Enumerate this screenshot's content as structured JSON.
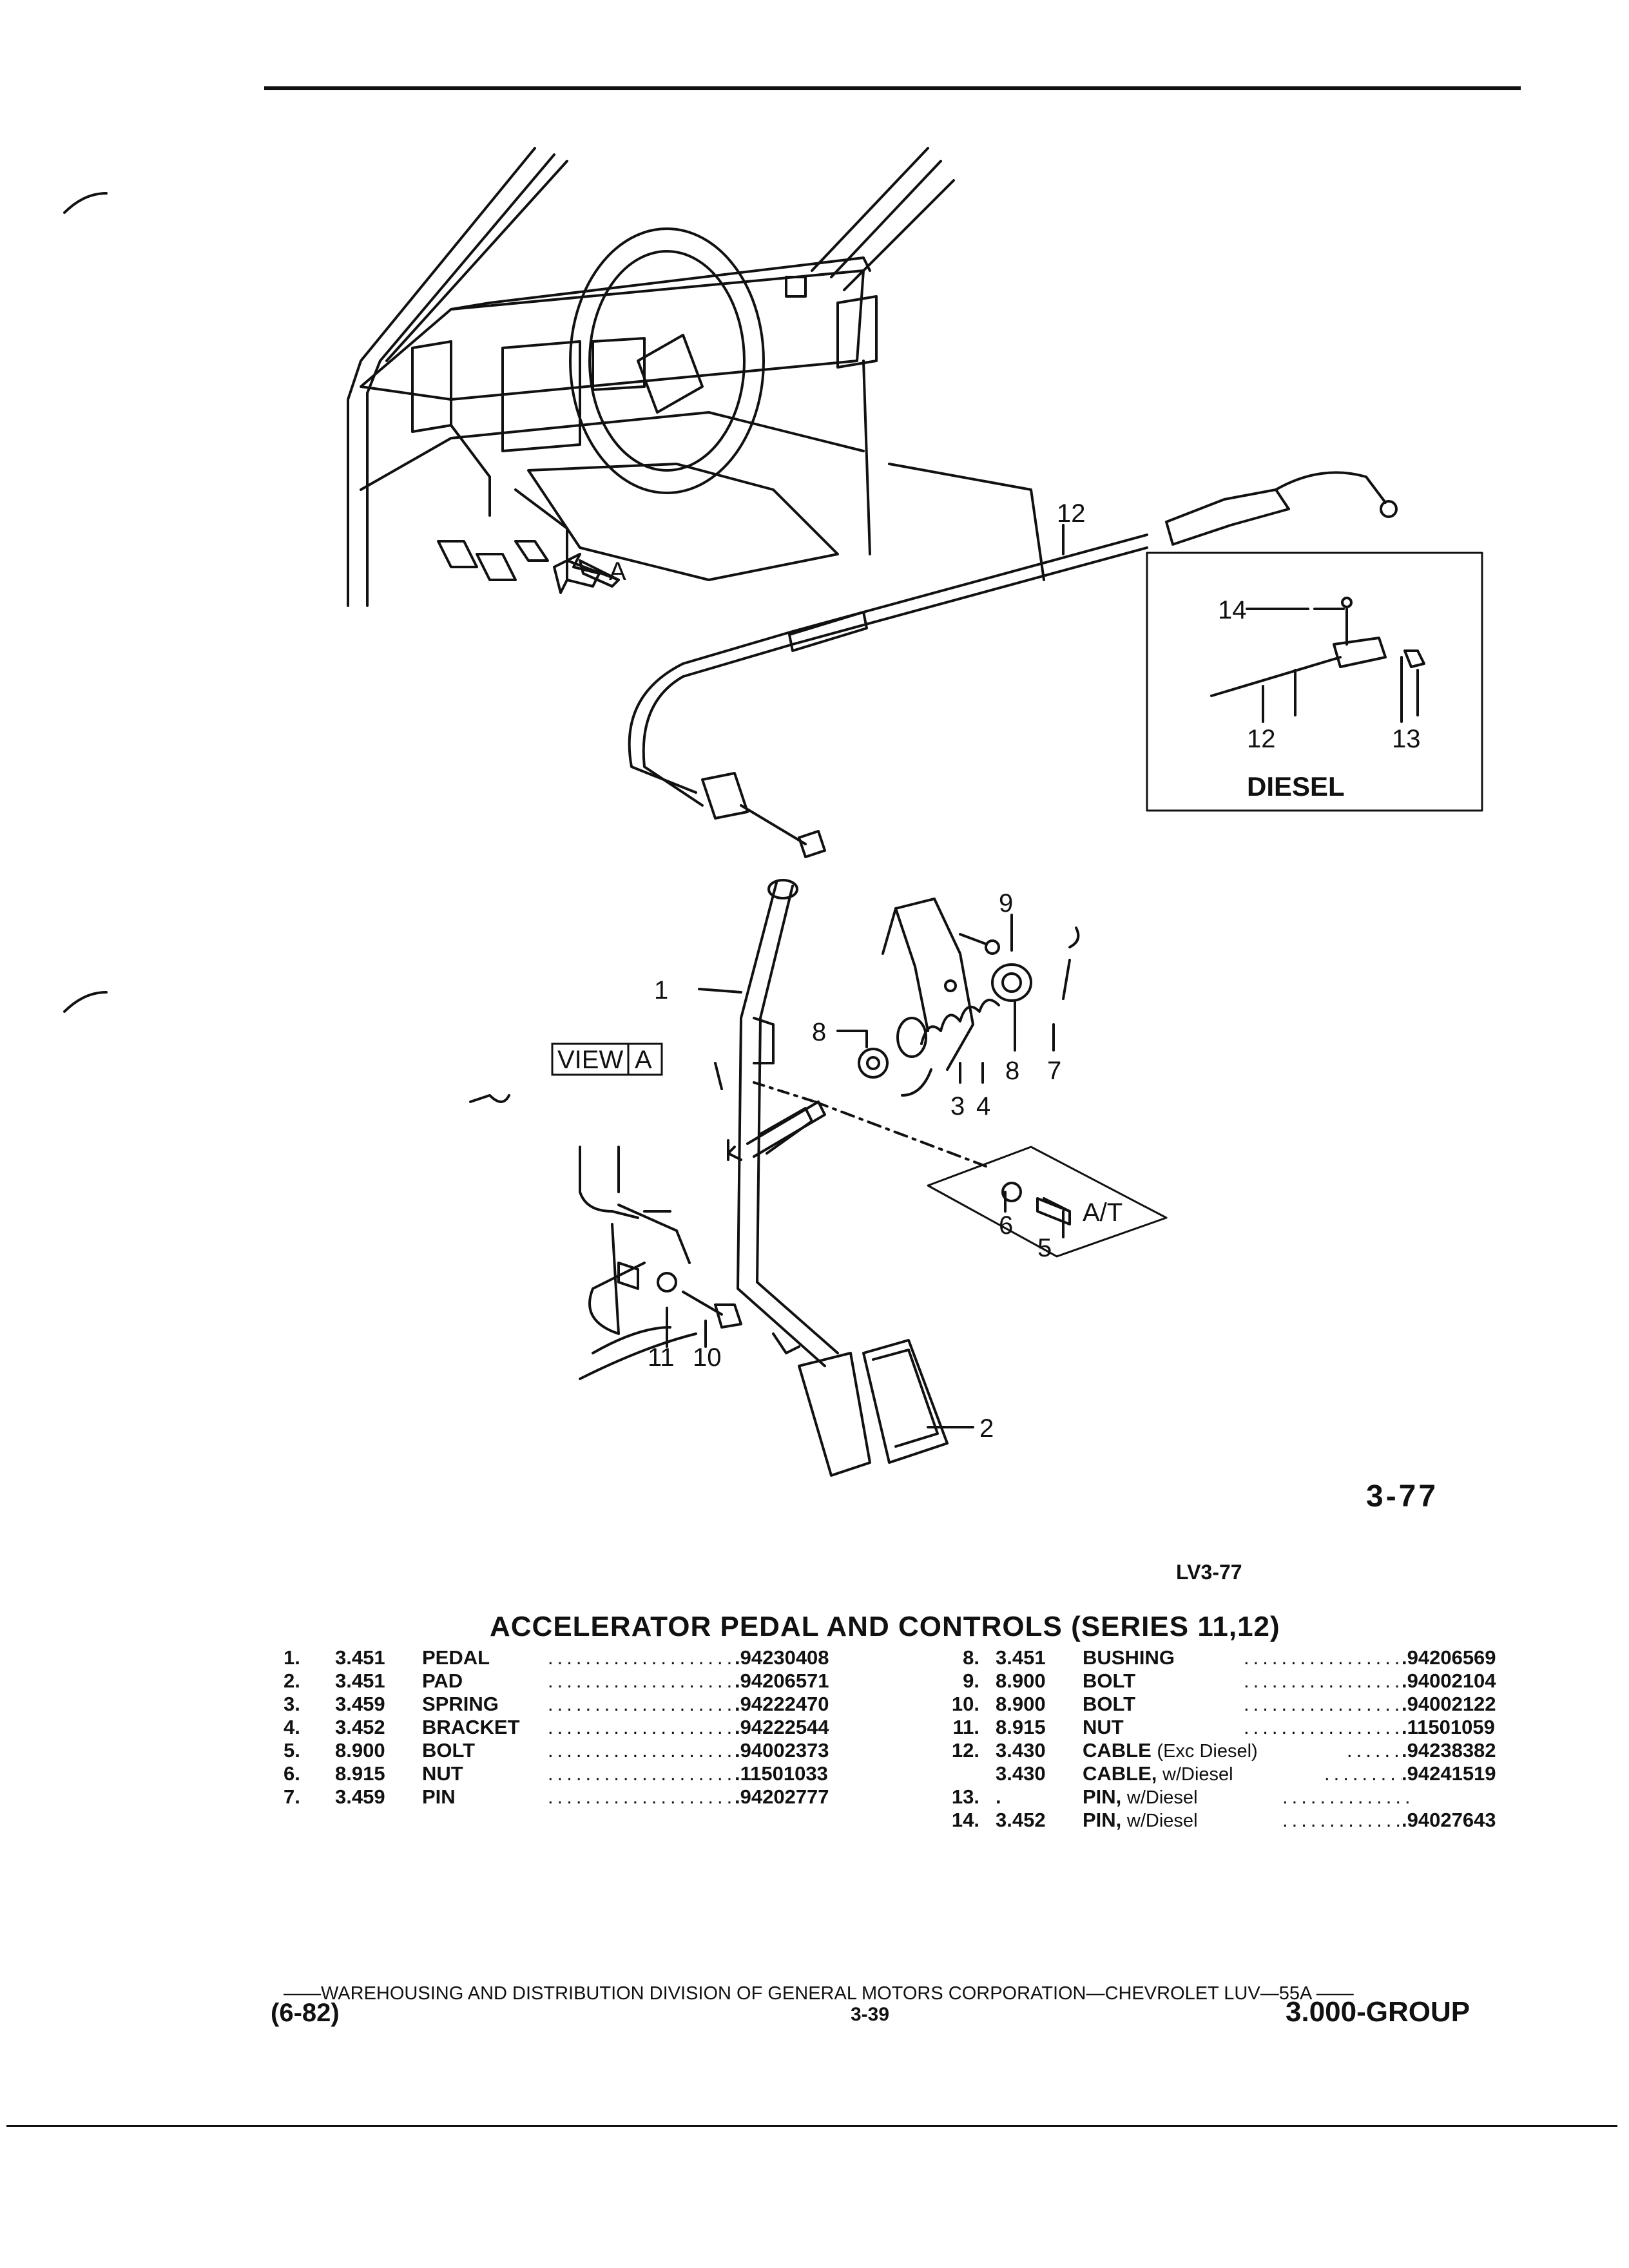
{
  "figure": {
    "id": "3-77",
    "illustration_code": "LV3-77",
    "view_label": "VIEW",
    "view_letter": "A",
    "arrow_letter": "A",
    "diesel_label": "DIESEL",
    "at_label": "A/T",
    "callouts": [
      "1",
      "2",
      "3",
      "4",
      "5",
      "6",
      "7",
      "8",
      "8",
      "9",
      "10",
      "11",
      "12",
      "12",
      "13",
      "14"
    ]
  },
  "title": "ACCELERATOR PEDAL AND CONTROLS (SERIES 11,12)",
  "parts_left": [
    {
      "no": "1.",
      "group": "3.451",
      "desc": "PEDAL",
      "note": "",
      "pn": ".94230408"
    },
    {
      "no": "2.",
      "group": "3.451",
      "desc": "PAD",
      "note": "",
      "pn": ".94206571"
    },
    {
      "no": "3.",
      "group": "3.459",
      "desc": "SPRING",
      "note": "",
      "pn": ".94222470"
    },
    {
      "no": "4.",
      "group": "3.452",
      "desc": "BRACKET",
      "note": "",
      "pn": ".94222544"
    },
    {
      "no": "5.",
      "group": "8.900",
      "desc": "BOLT",
      "note": "",
      "pn": ".94002373"
    },
    {
      "no": "6.",
      "group": "8.915",
      "desc": "NUT",
      "note": "",
      "pn": ".11501033"
    },
    {
      "no": "7.",
      "group": "3.459",
      "desc": "PIN",
      "note": "",
      "pn": ".94202777"
    }
  ],
  "parts_right": [
    {
      "no": "8.",
      "group": "3.451",
      "desc": "BUSHING",
      "note": "",
      "pn": ".94206569"
    },
    {
      "no": "9.",
      "group": "8.900",
      "desc": "BOLT",
      "note": "",
      "pn": ".94002104"
    },
    {
      "no": "10.",
      "group": "8.900",
      "desc": "BOLT",
      "note": "",
      "pn": ".94002122"
    },
    {
      "no": "11.",
      "group": "8.915",
      "desc": "NUT",
      "note": "",
      "pn": ".11501059"
    },
    {
      "no": "12.",
      "group": "3.430",
      "desc": "CABLE",
      "note": "(Exc Diesel)",
      "pn": ".94238382"
    },
    {
      "no": "",
      "group": "3.430",
      "desc": "CABLE,",
      "note": "w/Diesel",
      "pn": ".94241519"
    },
    {
      "no": "13.",
      "group": ".",
      "desc": "PIN,",
      "note": "w/Diesel",
      "pn": ""
    },
    {
      "no": "14.",
      "group": "3.452",
      "desc": "PIN,",
      "note": "w/Diesel",
      "pn": ".94027643"
    }
  ],
  "footer": {
    "line": "——WAREHOUSING AND DISTRIBUTION DIVISION OF GENERAL MOTORS CORPORATION—CHEVROLET LUV—55A ——",
    "date": "(6-82)",
    "page": "3-39",
    "group": "3.000-GROUP"
  }
}
